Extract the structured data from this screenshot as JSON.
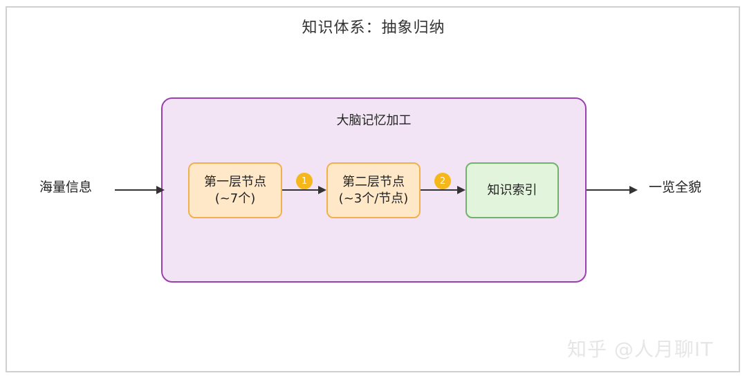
{
  "title": "知识体系：抽象归纳",
  "group": {
    "label": "大脑记忆加工"
  },
  "input_label": "海量信息",
  "output_label": "一览全貌",
  "nodes": [
    {
      "line1": "第一层节点",
      "line2": "(~7个)"
    },
    {
      "line1": "第二层节点",
      "line2": "(~3个/节点)"
    },
    {
      "line1": "知识索引",
      "line2": ""
    }
  ],
  "badges": [
    "1",
    "2"
  ],
  "watermark": "知乎 @人月聊IT",
  "colors": {
    "group_border": "#9c3fae",
    "group_fill": "#f2e4f5",
    "node_orange_fill": "#ffe8c8",
    "node_orange_border": "#f2b04d",
    "node_green_fill": "#e2f4dc",
    "node_green_border": "#6fb36a",
    "badge": "#f5b719",
    "arrow": "#333333"
  }
}
